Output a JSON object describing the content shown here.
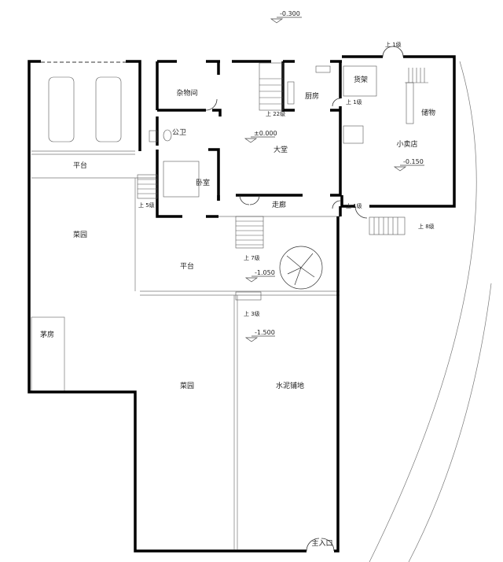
{
  "rooms": {
    "storage_room": "杂物间",
    "kitchen": "厨房",
    "bathroom": "公卫",
    "bedroom": "卧室",
    "lobby": "大堂",
    "corridor": "走廊",
    "shelf": "货架",
    "storage": "储物",
    "shop": "小卖店",
    "terrace_left": "平台",
    "garden_left": "菜园",
    "terrace_center": "平台",
    "toilet_hut": "茅房",
    "garden_bottom": "菜园",
    "cement_paving": "水泥铺地",
    "main_entrance": "主入口"
  },
  "elevations": {
    "top": "-0.300",
    "lobby": "±0.000",
    "shop": "-0.150",
    "terrace": "-1.050",
    "yard": "-1.500"
  },
  "steps": {
    "shop_top": "上 1级",
    "kitchen_side": "上 1级",
    "stair": "上 22级",
    "corridor_side": "上 1级",
    "left_stair": "上 5级",
    "center_stair": "上 7级",
    "yard_stair": "上 3级",
    "shop_stair": "上 8级"
  },
  "colors": {
    "wall": "#000000",
    "line": "#777777",
    "background": "#ffffff"
  }
}
